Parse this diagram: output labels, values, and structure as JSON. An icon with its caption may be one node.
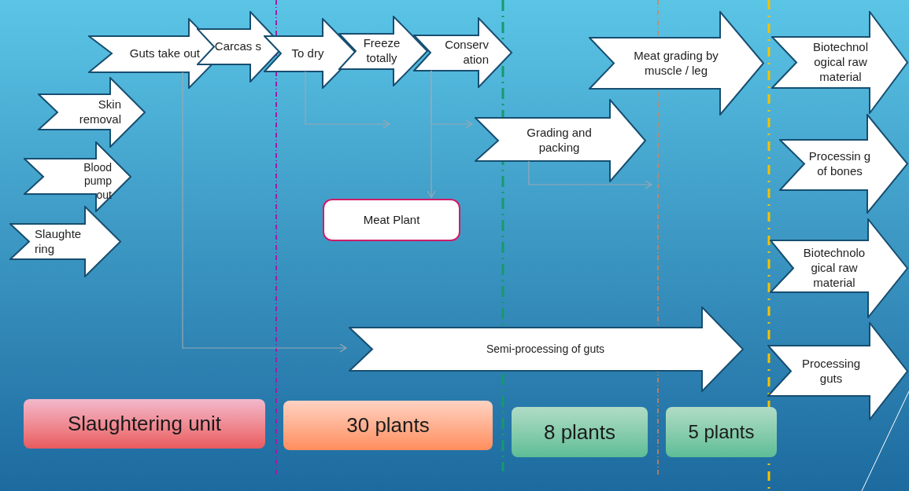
{
  "diagram": {
    "nodes": [
      {
        "text": [
          "Slaughte ring"
        ]
      },
      {
        "text": [
          "Blood pump out"
        ]
      },
      {
        "text": [
          "Skin removal"
        ]
      },
      {
        "text": [
          "Guts take out"
        ]
      },
      {
        "text": [
          "Carcas s"
        ]
      },
      {
        "text": [
          "To dry"
        ]
      },
      {
        "text": [
          "Freeze totally"
        ]
      },
      {
        "text": [
          "Conserv ation"
        ]
      },
      {
        "text": [
          "Meat Plant"
        ]
      },
      {
        "text": [
          "Grading and packing"
        ]
      },
      {
        "text": [
          "Meat grading by muscle / leg"
        ]
      },
      {
        "text": [
          "Biotechnol ogical raw material"
        ]
      },
      {
        "text": [
          "Processin g of bones"
        ]
      },
      {
        "text": [
          "Biotechnolo gical raw material"
        ]
      },
      {
        "text": [
          "Semi-processing of guts"
        ]
      },
      {
        "text": [
          "Processing guts"
        ]
      },
      {
        "text": [
          "Slaughtering unit"
        ]
      },
      {
        "text": [
          "30 plants"
        ]
      },
      {
        "text": [
          "8 plants"
        ]
      },
      {
        "text": [
          "5 plants"
        ]
      }
    ],
    "edges": [
      {
        "from": 3,
        "to": 14,
        "arrow": "to"
      },
      {
        "from": 5,
        "to": null,
        "arrow": "to"
      },
      {
        "from": 7,
        "to": 8,
        "arrow": "to"
      },
      {
        "from": 7,
        "to": 9,
        "arrow": "to"
      },
      {
        "from": 9,
        "to": null,
        "arrow": "to"
      }
    ]
  }
}
